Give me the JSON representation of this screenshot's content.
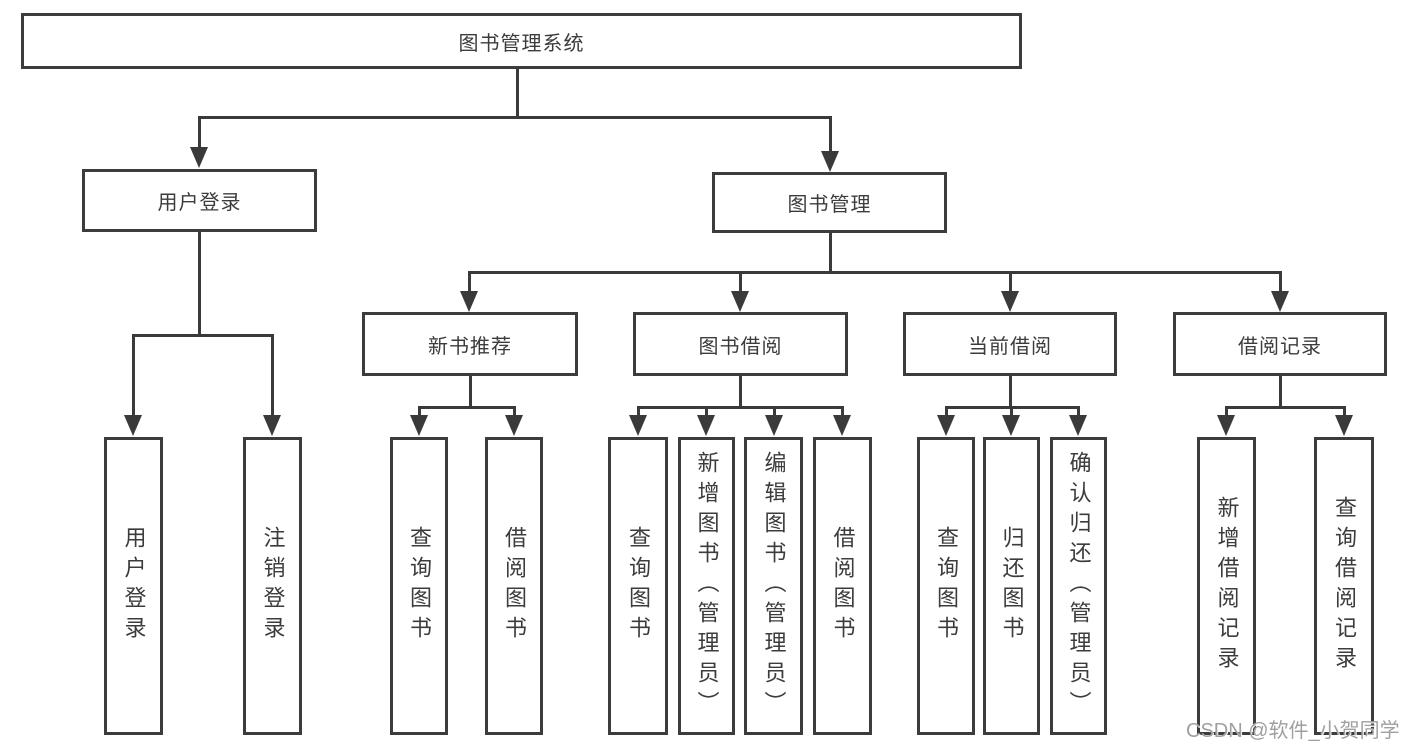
{
  "diagram": {
    "type": "tree",
    "root": "图书管理系统",
    "level2": [
      "用户登录",
      "图书管理"
    ],
    "level3": [
      "新书推荐",
      "图书借阅",
      "当前借阅",
      "借阅记录"
    ],
    "leaves": [
      "用户登录",
      "注销登录",
      "查询图书",
      "借阅图书",
      "查询图书",
      "新增图书（管理员）",
      "编辑图书（管理员）",
      "借阅图书",
      "查询图书",
      "归还图书",
      "确认归还（管理员）",
      "新增借阅记录",
      "查询借阅记录"
    ],
    "hierarchy": {
      "图书管理系统": [
        "用户登录",
        "图书管理"
      ],
      "用户登录": [
        "用户登录",
        "注销登录"
      ],
      "图书管理": [
        "新书推荐",
        "图书借阅",
        "当前借阅",
        "借阅记录"
      ],
      "新书推荐": [
        "查询图书",
        "借阅图书"
      ],
      "图书借阅": [
        "查询图书",
        "新增图书（管理员）",
        "编辑图书（管理员）",
        "借阅图书"
      ],
      "当前借阅": [
        "查询图书",
        "归还图书",
        "确认归还（管理员）"
      ],
      "借阅记录": [
        "新增借阅记录",
        "查询借阅记录"
      ]
    }
  },
  "watermark": {
    "text": "CSDN @软件_小贺同学"
  },
  "colors": {
    "line": "#3a3a3a",
    "box_border": "#3c3c3c",
    "text": "#3c3c3c",
    "background": "#ffffff",
    "watermark": "#a0a0a0"
  }
}
